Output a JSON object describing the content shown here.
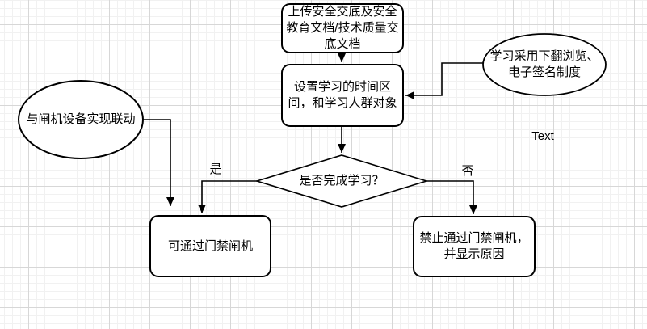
{
  "diagram": {
    "type": "flowchart",
    "background": "grid"
  },
  "colors": {
    "shape_fill": "#ffffff",
    "shape_stroke": "#000000",
    "edge_stroke": "#000000",
    "text": "#000000",
    "grid_major": "#d7d7d7",
    "grid_minor": "#f1f1f1"
  },
  "nodes": {
    "upload": {
      "shape": "rounded-rect",
      "label": "上传安全交底及安全\n教育文档/技术质量交\n底文档"
    },
    "set_time": {
      "shape": "rounded-rect",
      "label": "设置学习的时间区\n间，和学习人群对象"
    },
    "sign_system": {
      "shape": "ellipse",
      "label": "学习采用下翻浏览、\n电子签名制度"
    },
    "gate_link": {
      "shape": "ellipse",
      "label": "与闸机设备实现联动"
    },
    "decision": {
      "shape": "diamond",
      "label": "是否完成学习？"
    },
    "allow": {
      "shape": "rounded-rect",
      "label": "可通过门禁闸机"
    },
    "deny": {
      "shape": "rounded-rect",
      "label": "禁止通过门禁闸机，\n并显示原因"
    }
  },
  "edge_labels": {
    "yes": "是",
    "no": "否"
  },
  "floating_label": "Text"
}
